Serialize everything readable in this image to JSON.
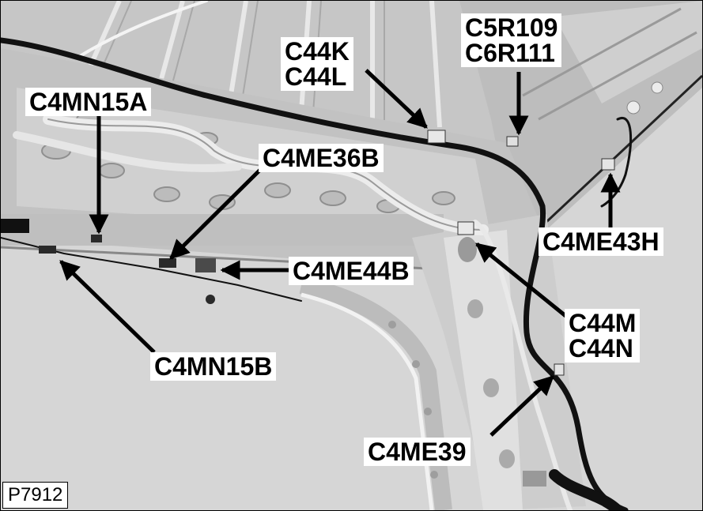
{
  "figure_id": "P7912",
  "callouts": {
    "c4mn15a": "C4MN15A",
    "c44k_l": [
      "C44K",
      "C44L"
    ],
    "c5r109_c6r111": [
      "C5R109",
      "C6R111"
    ],
    "c4me36b": "C4ME36B",
    "c4me44b": "C4ME44B",
    "c4me43h": "C4ME43H",
    "c44m_n": [
      "C44M",
      "C44N"
    ],
    "c4mn15b": "C4MN15B",
    "c4me39": "C4ME39"
  },
  "colors": {
    "background": "#d4d4d4",
    "harness": "#111111",
    "label_bg": "#ffffff"
  }
}
